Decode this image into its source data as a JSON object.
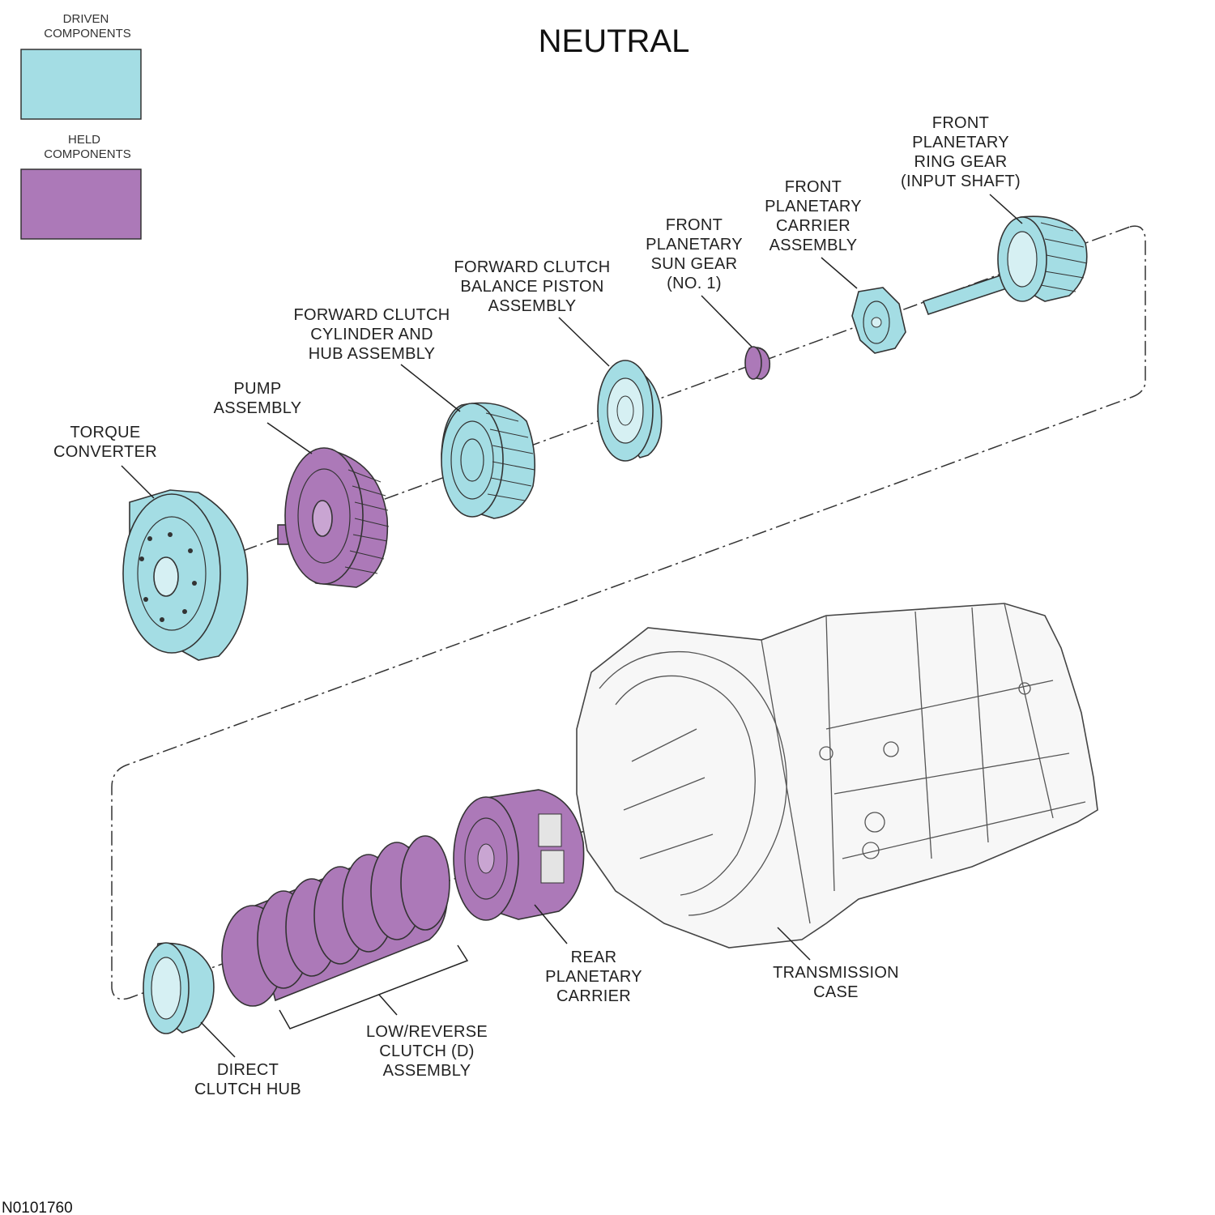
{
  "title": "NEUTRAL",
  "figure_code": "N0101760",
  "colors": {
    "driven": "#a4dde4",
    "held": "#ac79b8",
    "case": "#f7f7f7",
    "outline": "#333333"
  },
  "legend": {
    "driven": {
      "line1": "DRIVEN",
      "line2": "COMPONENTS"
    },
    "held": {
      "line1": "HELD",
      "line2": "COMPONENTS"
    }
  },
  "components": {
    "torque_converter": {
      "lines": [
        "TORQUE",
        "CONVERTER"
      ],
      "state": "driven"
    },
    "pump_assembly": {
      "lines": [
        "PUMP",
        "ASSEMBLY"
      ],
      "state": "held"
    },
    "forward_clutch_cylinder": {
      "lines": [
        "FORWARD CLUTCH",
        "CYLINDER AND",
        "HUB ASSEMBLY"
      ],
      "state": "driven"
    },
    "forward_clutch_balance_piston": {
      "lines": [
        "FORWARD CLUTCH",
        "BALANCE PISTON",
        "ASSEMBLY"
      ],
      "state": "driven"
    },
    "front_sun_gear": {
      "lines": [
        "FRONT",
        "PLANETARY",
        "SUN GEAR",
        "(NO. 1)"
      ],
      "state": "held"
    },
    "front_carrier": {
      "lines": [
        "FRONT",
        "PLANETARY",
        "CARRIER",
        "ASSEMBLY"
      ],
      "state": "driven"
    },
    "front_ring_gear": {
      "lines": [
        "FRONT",
        "PLANETARY",
        "RING GEAR",
        "(INPUT SHAFT)"
      ],
      "state": "driven"
    },
    "rear_planetary_carrier": {
      "lines": [
        "REAR",
        "PLANETARY",
        "CARRIER"
      ],
      "state": "held"
    },
    "transmission_case": {
      "lines": [
        "TRANSMISSION",
        "CASE"
      ],
      "state": "none"
    },
    "low_reverse_clutch": {
      "lines": [
        "LOW/REVERSE",
        "CLUTCH (D)",
        "ASSEMBLY"
      ],
      "state": "held"
    },
    "direct_clutch_hub": {
      "lines": [
        "DIRECT",
        "CLUTCH HUB"
      ],
      "state": "driven"
    }
  }
}
